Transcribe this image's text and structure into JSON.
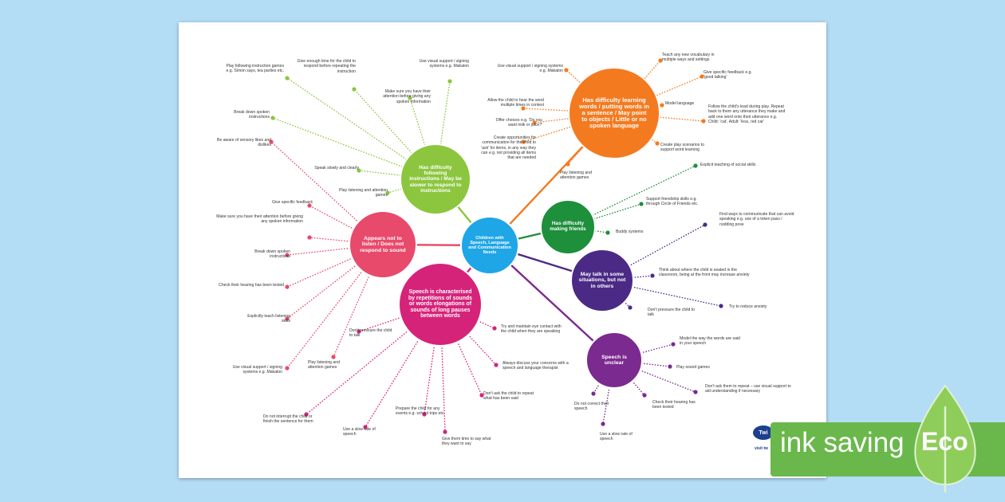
{
  "center": {
    "label": "Children with Speech, Language and Communication Needs",
    "color": "#1ea6e6"
  },
  "nodes": [
    {
      "id": "instructions",
      "label": "Has difficulty following instructions / May be slower to respond to instructions",
      "color": "#8cc63f",
      "tips": [
        "Play following instruction games e.g. Simon says, tea parties etc.",
        "Give enough time for the child to respond before repeating the instruction",
        "Make sure you have their attention before giving any spoken information",
        "Use visual support / signing systems e.g. Makaton",
        "Break down spoken instructions",
        "Speak slowly and clearly",
        "Play listening and attention games"
      ]
    },
    {
      "id": "learning-words",
      "label": "Has difficulty learning words / putting words in a sentence / May point to objects / Little or no spoken language",
      "color": "#f47a20",
      "tips": [
        "Use visual support / signing systems e.g. Makaton",
        "Teach any new vocabulary in multiple ways and settings",
        "Allow the child to hear the word multiple times in context",
        "Give specific feedback e.g. 'good talking'",
        "Model language",
        "Offer choices e.g. 'Do you want milk or juice?'",
        "Follow the child's lead during play. Repeat back to them any utterance they make and add one word onto their utterance e.g. Child: 'cat', Adult: 'less, red car'",
        "Create opportunities for communication for the child to 'ask' for items, in any way they can e.g. not providing all items that are needed",
        "Create play scenarios to support word learning",
        "Play listening and attention games"
      ]
    },
    {
      "id": "friends",
      "label": "Has difficulty making friends",
      "color": "#1e8f3a",
      "tips": [
        "Explicit teaching of social skills",
        "Support friendship skills e.g. through Circle of Friends etc.",
        "Buddy systems"
      ]
    },
    {
      "id": "listen",
      "label": "Appears not to listen / Does not respond to sound",
      "color": "#e84a6b",
      "tips": [
        "Be aware of sensory likes and dislikes",
        "Give specific feedback",
        "Make sure you have their attention before giving any spoken information",
        "Break down spoken instructions",
        "Check their hearing has been tested",
        "Explicitly teach listening skills",
        "Use visual support / signing systems e.g. Makaton",
        "Play listening and attention games"
      ]
    },
    {
      "id": "situations",
      "label": "May talk in some situations, but not in others",
      "color": "#4b2a86",
      "tips": [
        "Find ways to communicate that can avoid speaking e.g. use of a token pass / nodding pose",
        "Think about where the child is seated in the classroom, being at the front may increase anxiety",
        "Don't pressure the child to talk",
        "Try to reduce anxiety"
      ]
    },
    {
      "id": "repetitions",
      "label": "Speech is characterised by repetitions of sounds or words elongations of sounds of long pauses between words",
      "color": "#d6237a",
      "tips": [
        "Don't pressure the child to talk",
        "Try and maintain eye contact with the child when they are speaking",
        "Always discuss your concerns with a speech and language therapist",
        "Don't ask the child to repeat what has been said",
        "Prepare the child for any events e.g. school trips etc.",
        "Give them time to say what they want to say",
        "Use a slow rate of speech",
        "Do not interrupt the child or finish the sentence for them"
      ]
    },
    {
      "id": "unclear",
      "label": "Speech is unclear",
      "color": "#7b2a8f",
      "tips": [
        "Model the way the words are said in your speech",
        "Play sound games",
        "Don't ask them to repeat – use visual support to aid understanding if necessary",
        "Check their hearing has been tested",
        "Do not correct their speech",
        "Use a slow rate of speech"
      ]
    }
  ],
  "logo": {
    "badge": "Twi",
    "sub": "visit tw"
  },
  "eco_banner": {
    "label": "ink saving",
    "badge": "Eco",
    "color": "#6ab84c"
  }
}
